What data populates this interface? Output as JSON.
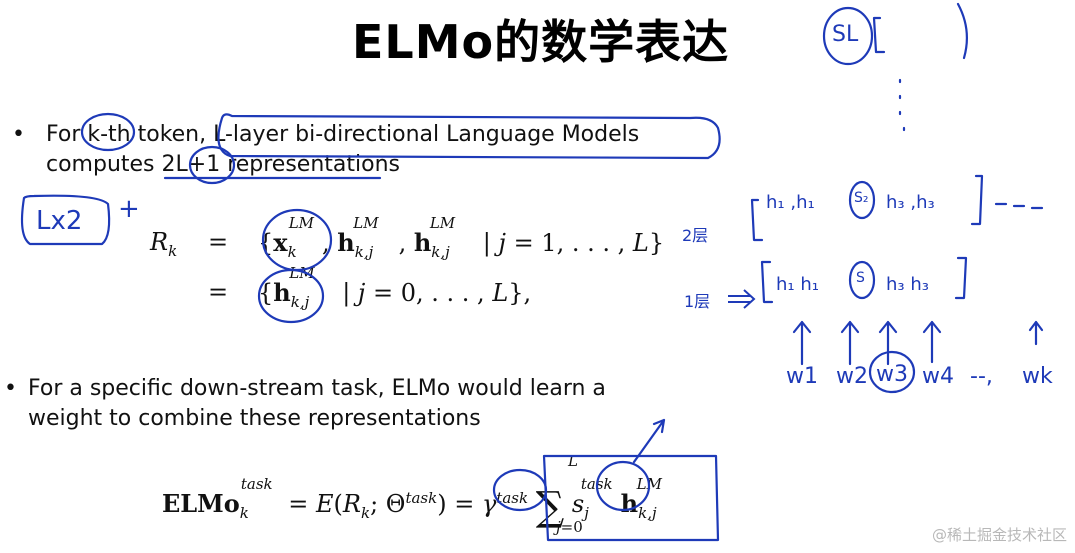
{
  "slide": {
    "title": "ELMo的数学表达",
    "bullets": [
      {
        "text_line1": "For k-th token, L-layer bi-directional Language Models",
        "text_line2": "computes 2L+1 representations"
      },
      {
        "text_line1": "For a specific down-stream task, ELMo would learn a",
        "text_line2": "weight to combine these representations"
      }
    ],
    "bullet_char": "•"
  },
  "equations": {
    "rk_lhs": "R",
    "rk_sub": "k",
    "eq_sign": "=",
    "rk_line1": "{x, h, h | j = 1, . . . , L}",
    "rk_line2": "{h | j = 0, . . . , L},",
    "elmo_lhs": "ELMo",
    "elmo_sup": "task",
    "elmo_sub": "k",
    "elmo_rhs": "= E(R; Θ) = γ Σ s h"
  },
  "annotations": {
    "handwritten_lx2": "Lx2",
    "handwritten_plus": "+",
    "handwritten_2ceng": "2层",
    "handwritten_1ceng": "1层",
    "handwritten_sl": "SL",
    "word_labels": [
      "w1",
      "w2",
      "w3",
      "w4",
      "--,",
      "wk"
    ],
    "colors": {
      "ink": "#1e3ab8"
    }
  },
  "watermark": "@稀土掘金技术社区"
}
